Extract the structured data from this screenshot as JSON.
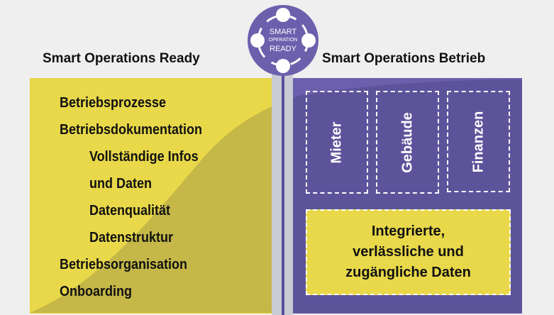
{
  "left_panel": {
    "title": "Smart Operations Ready",
    "items": [
      "Betriebsprozesse",
      "Betriebsdokumentation",
      "Vollständige Infos",
      "und Daten",
      "Datenqualität",
      "Datenstruktur",
      "Betriebsorganisation",
      "Onboarding"
    ]
  },
  "right_panel": {
    "title": "Smart Operations Betrieb",
    "columns": [
      "Mieter",
      "Gebäude",
      "Finanzen"
    ],
    "data_box": [
      "Integrierte,",
      "verlässliche und",
      "zugängliche Daten"
    ]
  },
  "logo": {
    "line1": "SMART",
    "line2": "OPERATION",
    "line3": "READY"
  },
  "colors": {
    "yellow": "#e8d84a",
    "purple": "#5b4f9c",
    "background": "#efefef"
  }
}
